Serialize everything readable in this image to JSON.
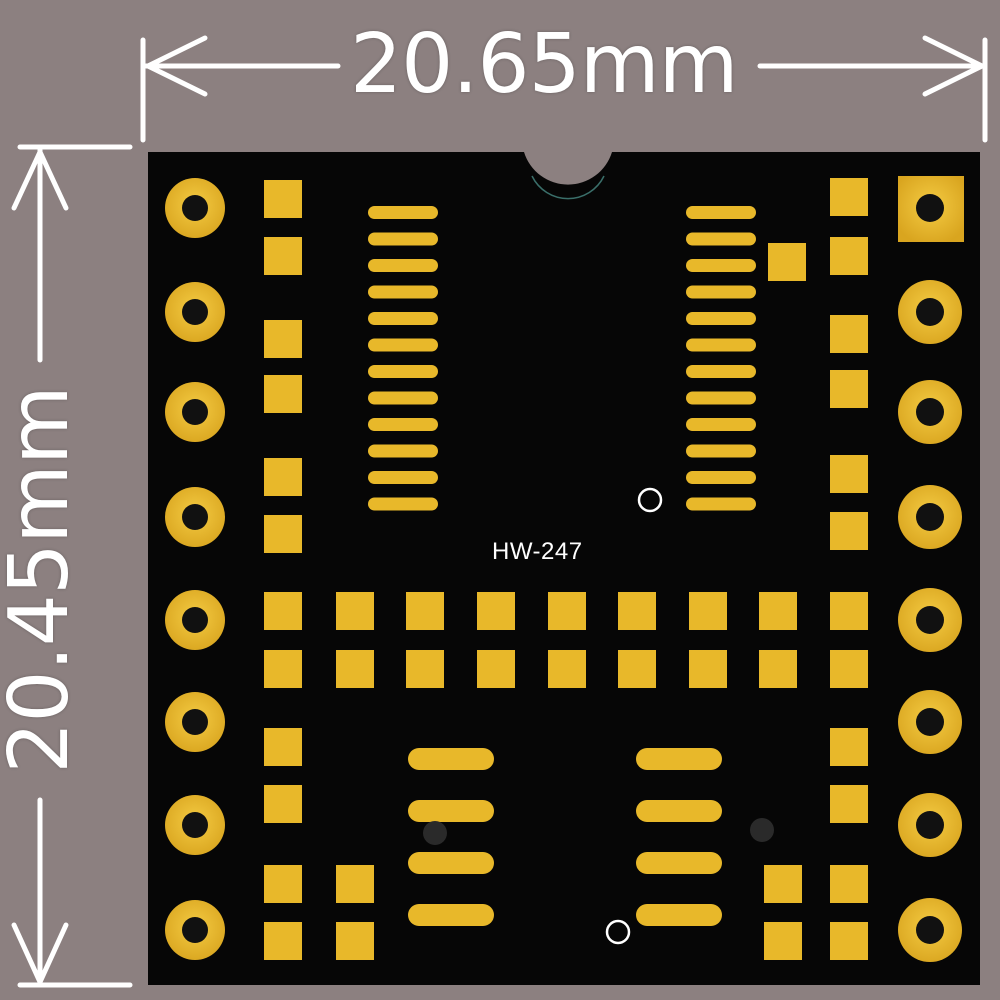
{
  "dimensions": {
    "width_label": "20.65mm",
    "height_label": "20.45mm"
  },
  "board": {
    "label": "HW-247"
  },
  "colors": {
    "background": "#8c8080",
    "board": "#060606",
    "pad": "#e8b82a",
    "pad_highlight": "#f6cc3a",
    "annotation": "#ffffff"
  }
}
